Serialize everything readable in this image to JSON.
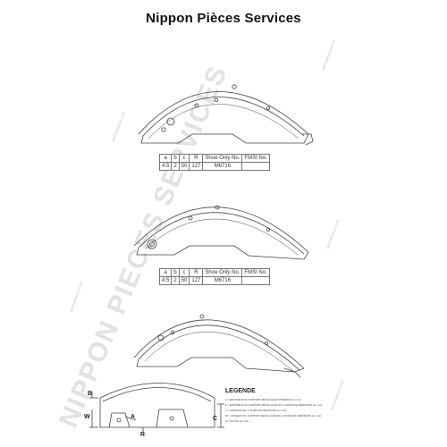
{
  "header": {
    "title": "Nippon Pièces Services"
  },
  "tables": [
    {
      "headers": [
        "a",
        "b",
        "c",
        "R",
        "Shoe Only No.",
        "FMSI No."
      ],
      "values": [
        "4.5",
        "2",
        "50",
        "127",
        "M6716",
        ""
      ]
    },
    {
      "headers": [
        "a",
        "b",
        "c",
        "R",
        "Shoe Only No.",
        "FMSI No."
      ],
      "values": [
        "4.5",
        "2",
        "50",
        "127",
        "M6716",
        ""
      ]
    }
  ],
  "legend": {
    "title": "LEGENDE",
    "lines": [
      "a = EPAISSEUR DU SUPPORT METALLIQUE INTERIEUR (en mm)",
      "b = EPAISSEUR DU SUPPORT METALLIQUE DE LA SURFACE FREINANTE (en mm)",
      "c = LARGEUR DE LA SURFACE FREINANTE (en mm)",
      "W = LARGEUR DU SUPPORT METALLIQUE DE LA SURFACE FREINANTE (en mm)",
      "R = RAYON (en mm)"
    ]
  },
  "dimension_letters": {
    "B": "B",
    "W": "W",
    "A": "A",
    "C": "C",
    "R": "R"
  },
  "watermark": {
    "big": "NIPPON PIECES SERVICES",
    "small": "NIPPONPIECES.COM"
  },
  "colors": {
    "line": "#444444",
    "watermark": "#e2e2e2"
  }
}
